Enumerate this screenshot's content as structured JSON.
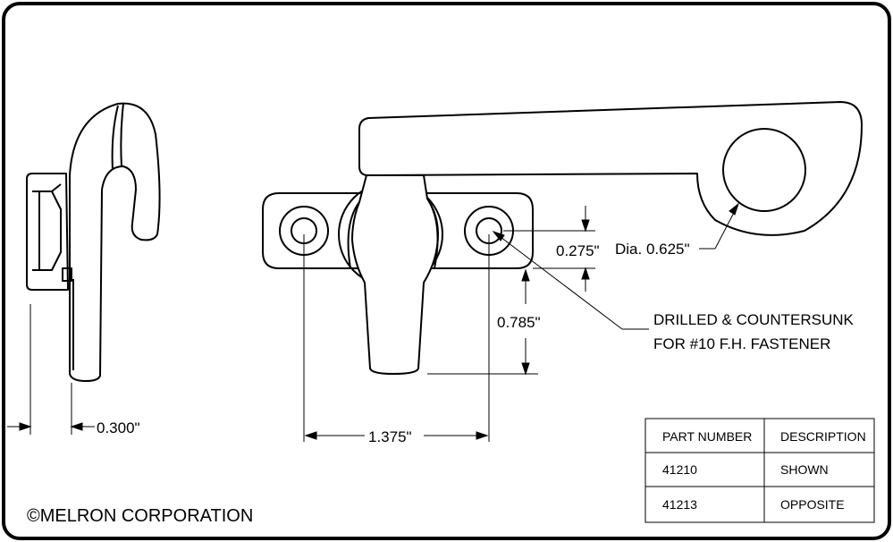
{
  "dimensions": {
    "thickness": "0.300\"",
    "hole_spacing": "1.375\"",
    "hole_offset": "0.785\"",
    "hole_size": "0.275\"",
    "diameter": "Dia. 0.625\""
  },
  "note": {
    "line1": "DRILLED & COUNTERSUNK",
    "line2": "FOR #10 F.H. FASTENER"
  },
  "parts_table": {
    "headers": [
      "PART NUMBER",
      "DESCRIPTION"
    ],
    "rows": [
      [
        "41210",
        "SHOWN"
      ],
      [
        "41213",
        "OPPOSITE"
      ]
    ]
  },
  "copyright": "©MELRON CORPORATION"
}
